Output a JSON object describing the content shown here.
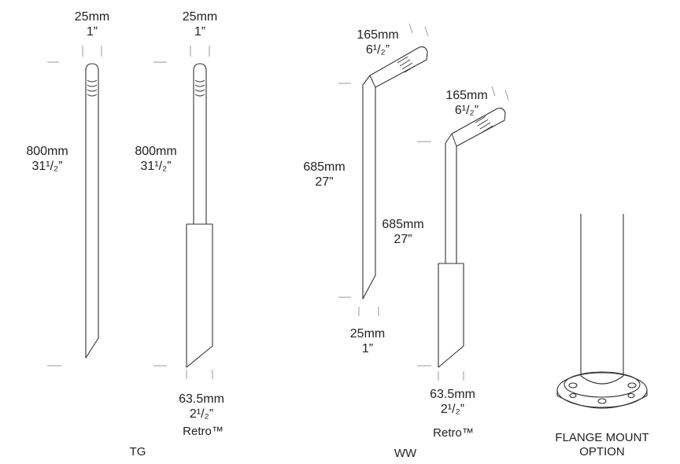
{
  "tg": {
    "standard": {
      "width_mm": "25mm",
      "width_in": "1”",
      "height_mm": "800mm",
      "height_in": "31¹/₂”"
    },
    "retro": {
      "width_mm": "25mm",
      "width_in": "1”",
      "height_mm": "800mm",
      "height_in": "31¹/₂”",
      "base_mm": "63.5mm",
      "base_in": "2¹/₂”",
      "label": "Retro™"
    },
    "caption": "TG"
  },
  "ww": {
    "standard": {
      "arm_mm": "165mm",
      "arm_in": "6¹/₂”",
      "height_mm": "685mm",
      "height_in": "27”",
      "width_mm": "25mm",
      "width_in": "1”"
    },
    "retro": {
      "arm_mm": "165mm",
      "arm_in": "6¹/₂”",
      "height_mm": "685mm",
      "height_in": "27”",
      "base_mm": "63.5mm",
      "base_in": "2¹/₂”",
      "label": "Retro™"
    },
    "caption": "WW"
  },
  "flange": {
    "caption_line1": "FLANGE MOUNT",
    "caption_line2": "OPTION"
  },
  "colors": {
    "line": "#333333",
    "tick": "#999999"
  }
}
